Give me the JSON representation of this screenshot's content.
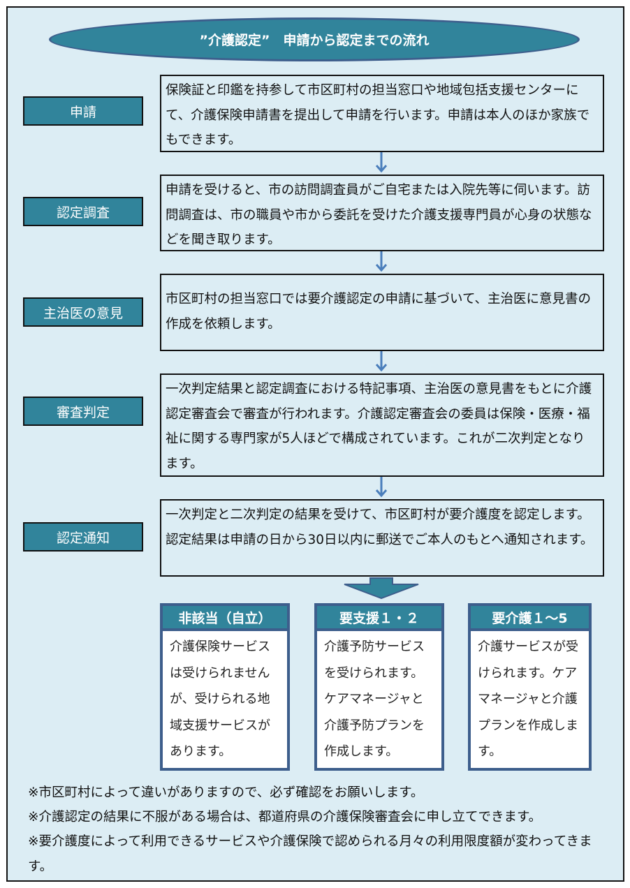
{
  "title": "”介護認定”　申請から認定までの流れ",
  "steps": [
    {
      "label": "申請",
      "text": "保険証と印鑑を持参して市区町村の担当窓口や地域包括支援センターにて、介護保険申請書を提出して申請を行います。申請は本人のほか家族でもできます。"
    },
    {
      "label": "認定調査",
      "text": "申請を受けると、市の訪問調査員がご自宅または入院先等に伺います。訪問調査は、市の職員や市から委託を受けた介護支援専門員が心身の状態などを聞き取ります。"
    },
    {
      "label": "主治医の意見",
      "text": "市区町村の担当窓口では要介護認定の申請に基づいて、主治医に意見書の作成を依頼します。"
    },
    {
      "label": "審査判定",
      "text": "一次判定結果と認定調査における特記事項、主治医の意見書をもとに介護認定審査会で審査が行われます。介護認定審査会の委員は保険・医療・福祉に関する専門家が5人ほどで構成されています。これが二次判定となります。"
    },
    {
      "label": "認定通知",
      "text": "一次判定と二次判定の結果を受けて、市区町村が要介護度を認定します。認定結果は申請の日から30日以内に郵送でご本人のもとへ通知されます。"
    }
  ],
  "results": [
    {
      "title": "非該当（自立）",
      "text": "介護保険サービスは受けられませんが、受けられる地域支援サービスがあります。"
    },
    {
      "title": "要支援１・２",
      "text": "介護予防サービスを受けられます。ケアマネージャと介護予防プランを作成します。"
    },
    {
      "title": "要介護１～5",
      "text": "介護サービスが受けられます。ケアマネージャと介護プランを作成します。"
    }
  ],
  "notes": [
    "※市区町村によって違いがありますので、必ず確認をお願いします。",
    "※介護認定の結果に不服がある場合は、都道府県の介護保険審査会に申し立てできます。",
    "※要介護度によって利用できるサービスや介護保険で認められる月々の利用限度額が変わってきます。"
  ],
  "colors": {
    "teal": "#31849B",
    "navy": "#3D5E8C",
    "background": "#DCEDF4"
  }
}
